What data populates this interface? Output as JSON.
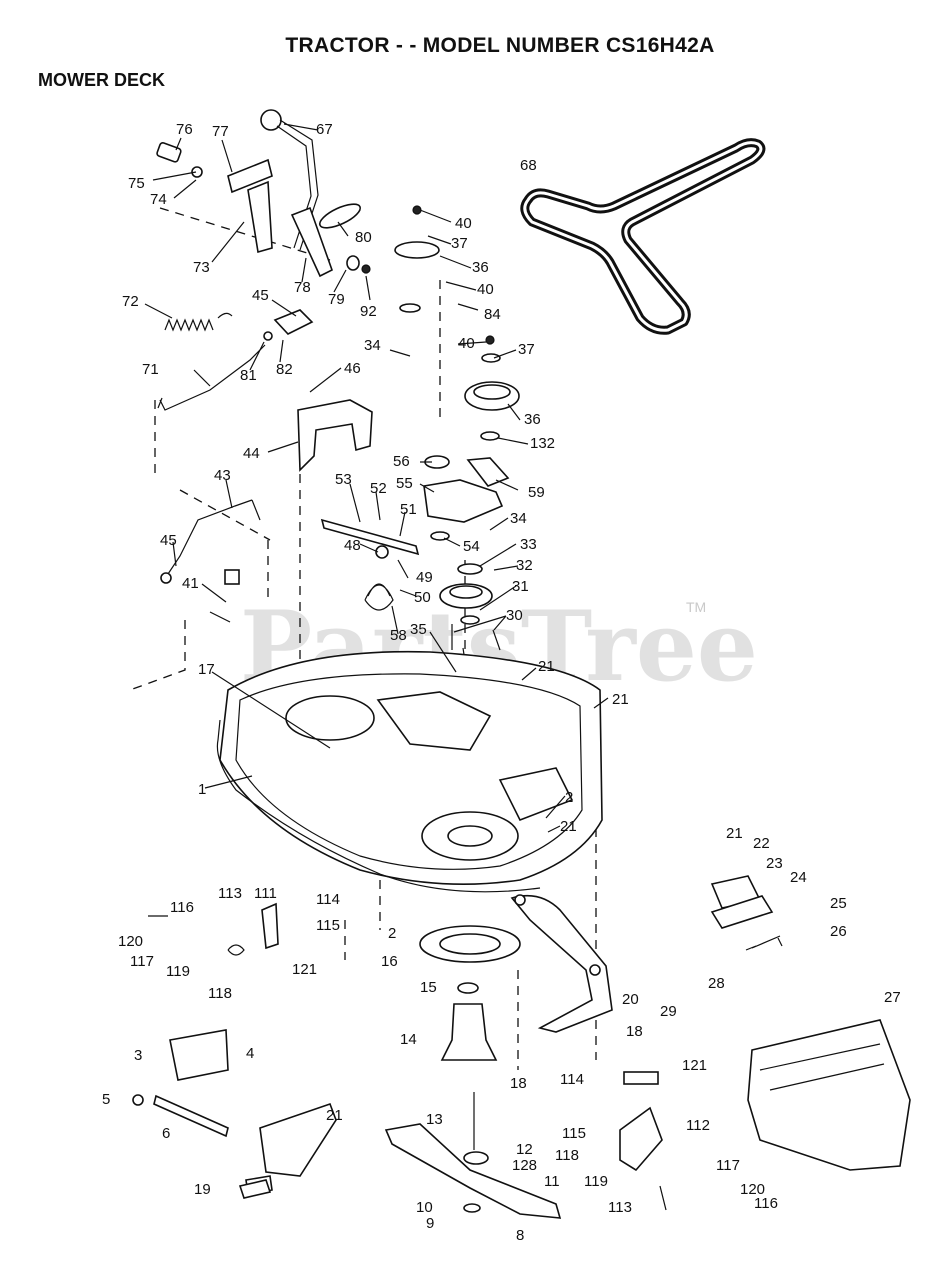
{
  "header": {
    "title": "TRACTOR - - MODEL NUMBER CS16H42A",
    "subtitle": "MOWER DECK"
  },
  "watermark": {
    "text": "PartsTree",
    "trademark": "TM"
  },
  "callouts": [
    {
      "id": "c76",
      "text": "76"
    },
    {
      "id": "c77",
      "text": "77"
    },
    {
      "id": "c67",
      "text": "67"
    },
    {
      "id": "c75",
      "text": "75"
    },
    {
      "id": "c74",
      "text": "74"
    },
    {
      "id": "c68",
      "text": "68"
    },
    {
      "id": "c40a",
      "text": "40"
    },
    {
      "id": "c37a",
      "text": "37"
    },
    {
      "id": "c80",
      "text": "80"
    },
    {
      "id": "c73",
      "text": "73"
    },
    {
      "id": "c36a",
      "text": "36"
    },
    {
      "id": "c40b",
      "text": "40"
    },
    {
      "id": "c78",
      "text": "78"
    },
    {
      "id": "c79",
      "text": "79"
    },
    {
      "id": "c92",
      "text": "92"
    },
    {
      "id": "c45a",
      "text": "45"
    },
    {
      "id": "c72",
      "text": "72"
    },
    {
      "id": "c84",
      "text": "84"
    },
    {
      "id": "c34a",
      "text": "34"
    },
    {
      "id": "c40c",
      "text": "40"
    },
    {
      "id": "c37b",
      "text": "37"
    },
    {
      "id": "c81",
      "text": "81"
    },
    {
      "id": "c82",
      "text": "82"
    },
    {
      "id": "c71",
      "text": "71"
    },
    {
      "id": "c46",
      "text": "46"
    },
    {
      "id": "c36b",
      "text": "36"
    },
    {
      "id": "c132",
      "text": "132"
    },
    {
      "id": "c44",
      "text": "44"
    },
    {
      "id": "c56",
      "text": "56"
    },
    {
      "id": "c43",
      "text": "43"
    },
    {
      "id": "c53",
      "text": "53"
    },
    {
      "id": "c52",
      "text": "52"
    },
    {
      "id": "c55",
      "text": "55"
    },
    {
      "id": "c59",
      "text": "59"
    },
    {
      "id": "c51",
      "text": "51"
    },
    {
      "id": "c34b",
      "text": "34"
    },
    {
      "id": "c45b",
      "text": "45"
    },
    {
      "id": "c48",
      "text": "48"
    },
    {
      "id": "c54",
      "text": "54"
    },
    {
      "id": "c33",
      "text": "33"
    },
    {
      "id": "c32",
      "text": "32"
    },
    {
      "id": "c49",
      "text": "49"
    },
    {
      "id": "c41",
      "text": "41"
    },
    {
      "id": "c50",
      "text": "50"
    },
    {
      "id": "c31",
      "text": "31"
    },
    {
      "id": "c30",
      "text": "30"
    },
    {
      "id": "c35",
      "text": "35"
    },
    {
      "id": "c58",
      "text": "58"
    },
    {
      "id": "c17",
      "text": "17"
    },
    {
      "id": "c21a",
      "text": "21"
    },
    {
      "id": "c21b",
      "text": "21"
    },
    {
      "id": "c1",
      "text": "1"
    },
    {
      "id": "c2a",
      "text": "2"
    },
    {
      "id": "c21c",
      "text": "21"
    },
    {
      "id": "c21d",
      "text": "21"
    },
    {
      "id": "c22",
      "text": "22"
    },
    {
      "id": "c23",
      "text": "23"
    },
    {
      "id": "c113a",
      "text": "113"
    },
    {
      "id": "c111",
      "text": "111"
    },
    {
      "id": "c114a",
      "text": "114"
    },
    {
      "id": "c24",
      "text": "24"
    },
    {
      "id": "c116a",
      "text": "116"
    },
    {
      "id": "c115a",
      "text": "115"
    },
    {
      "id": "c25",
      "text": "25"
    },
    {
      "id": "c120a",
      "text": "120"
    },
    {
      "id": "c2b",
      "text": "2"
    },
    {
      "id": "c26",
      "text": "26"
    },
    {
      "id": "c117a",
      "text": "117"
    },
    {
      "id": "c121a",
      "text": "121"
    },
    {
      "id": "c119a",
      "text": "119"
    },
    {
      "id": "c16",
      "text": "16"
    },
    {
      "id": "c118a",
      "text": "118"
    },
    {
      "id": "c15",
      "text": "15"
    },
    {
      "id": "c28",
      "text": "28"
    },
    {
      "id": "c27",
      "text": "27"
    },
    {
      "id": "c20",
      "text": "20"
    },
    {
      "id": "c29",
      "text": "29"
    },
    {
      "id": "c18a",
      "text": "18"
    },
    {
      "id": "c14",
      "text": "14"
    },
    {
      "id": "c3",
      "text": "3"
    },
    {
      "id": "c4",
      "text": "4"
    },
    {
      "id": "c121b",
      "text": "121"
    },
    {
      "id": "c18b",
      "text": "18"
    },
    {
      "id": "c114b",
      "text": "114"
    },
    {
      "id": "c5",
      "text": "5"
    },
    {
      "id": "c21e",
      "text": "21"
    },
    {
      "id": "c13",
      "text": "13"
    },
    {
      "id": "c112",
      "text": "112"
    },
    {
      "id": "c6",
      "text": "6"
    },
    {
      "id": "c115b",
      "text": "115"
    },
    {
      "id": "c12",
      "text": "12"
    },
    {
      "id": "c118b",
      "text": "118"
    },
    {
      "id": "c128",
      "text": "128"
    },
    {
      "id": "c117b",
      "text": "117"
    },
    {
      "id": "c119b",
      "text": "119"
    },
    {
      "id": "c11",
      "text": "11"
    },
    {
      "id": "c19",
      "text": "19"
    },
    {
      "id": "c120b",
      "text": "120"
    },
    {
      "id": "c113b",
      "text": "113"
    },
    {
      "id": "c116b",
      "text": "116"
    },
    {
      "id": "c10",
      "text": "10"
    },
    {
      "id": "c9",
      "text": "9"
    },
    {
      "id": "c8",
      "text": "8"
    }
  ]
}
